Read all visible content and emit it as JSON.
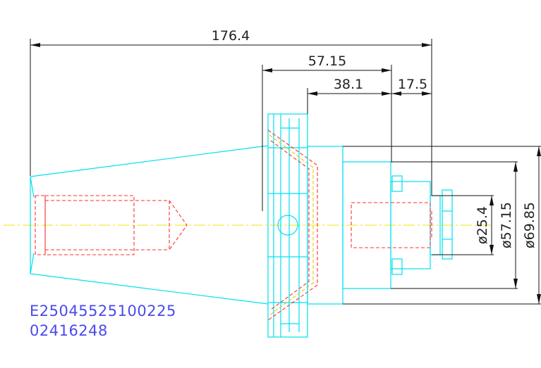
{
  "dimensions": {
    "overall_length": "176.4",
    "flange_to_end": "57.15",
    "body_length": "38.1",
    "nose_length": "17.5",
    "dia_small": "ø25.4",
    "dia_mid": "ø57.15",
    "dia_large": "ø69.85"
  },
  "part_codes": {
    "line1": "E25045525100225",
    "line2": "02416248"
  },
  "colors": {
    "outline": "#00e0f0",
    "hidden": "#ff3030",
    "centerline": "#e8e800",
    "dimension": "#111111",
    "code_text": "#4a4af0"
  }
}
